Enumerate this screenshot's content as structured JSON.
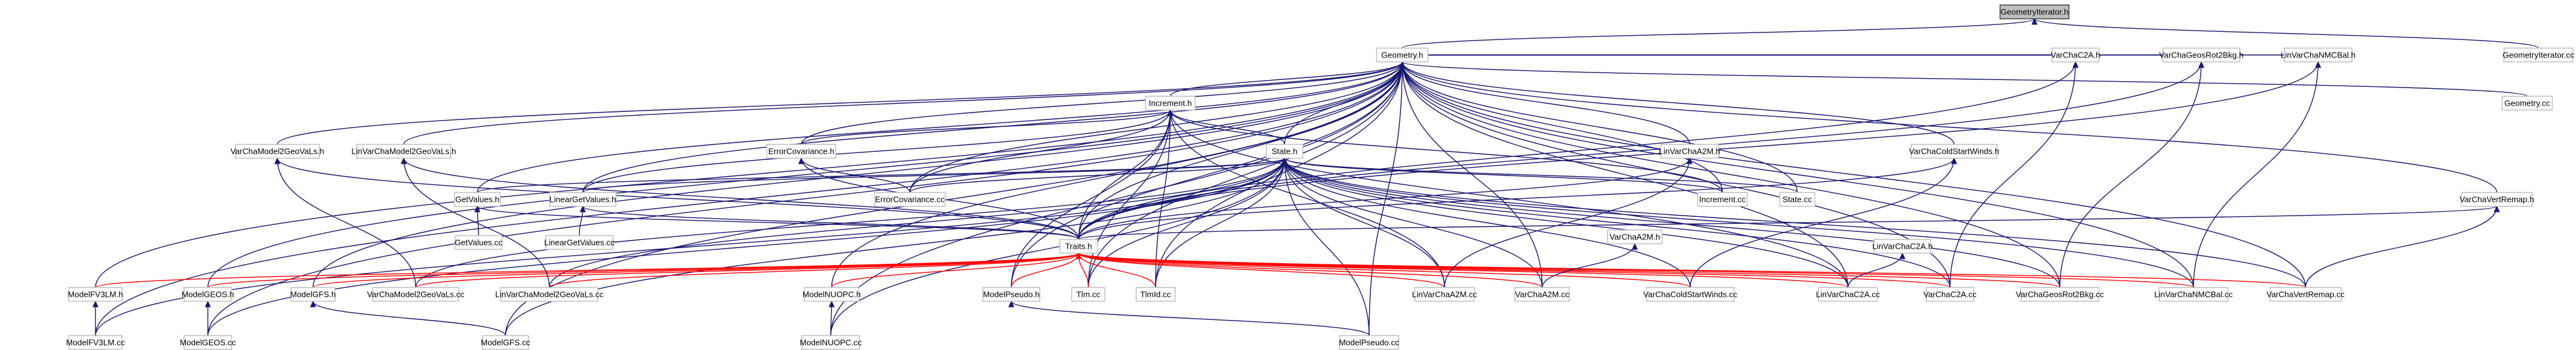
{
  "nodes": [
    {
      "id": "geometryiterator_h",
      "label": "GeometryIterator.h",
      "root": true
    },
    {
      "id": "geometryiterator_cc",
      "label": "GeometryIterator.cc"
    },
    {
      "id": "geometry_h",
      "label": "Geometry.h"
    },
    {
      "id": "increment_h",
      "label": "Increment.h"
    },
    {
      "id": "state_h",
      "label": "State.h"
    },
    {
      "id": "traits_h",
      "label": "Traits.h"
    },
    {
      "id": "varchamodel2geovars_h",
      "label": "VarChaModel2GeoVaLs.h"
    },
    {
      "id": "linvarchamodel2geovars_h",
      "label": "LinVarChaModel2GeoVaLs.h"
    },
    {
      "id": "errorcovariance_h",
      "label": "ErrorCovariance.h"
    },
    {
      "id": "getvalues_h",
      "label": "GetValues.h"
    },
    {
      "id": "lineargetvalues_h",
      "label": "LinearGetValues.h"
    },
    {
      "id": "getvalues_cc",
      "label": "GetValues.cc"
    },
    {
      "id": "lineargetvalues_cc",
      "label": "LinearGetValues.cc"
    },
    {
      "id": "errorcovariance_cc",
      "label": "ErrorCovariance.cc"
    },
    {
      "id": "increment_cc",
      "label": "Increment.cc"
    },
    {
      "id": "state_cc",
      "label": "State.cc"
    },
    {
      "id": "linvarchaa2m_h",
      "label": "LinVarChaA2M.h"
    },
    {
      "id": "varchaa2m_h",
      "label": "VarChaA2M.h"
    },
    {
      "id": "varchacoldstartwinds_h",
      "label": "VarChaColdStartWinds.h"
    },
    {
      "id": "varchac2a_h",
      "label": "VarChaC2A.h"
    },
    {
      "id": "linvarchac2a_h",
      "label": "LinVarChaC2A.h"
    },
    {
      "id": "varchageostrf2bkg_h",
      "label": "VarChaGeosRot2Bkg.h"
    },
    {
      "id": "linvarchanmcbal_h",
      "label": "LinVarChaNMCBal.h"
    },
    {
      "id": "varchavertremap_h",
      "label": "VarChaVertRemap.h"
    },
    {
      "id": "geometry_cc",
      "label": "Geometry.cc"
    },
    {
      "id": "modelfv3lm_h",
      "label": "ModelFV3LM.h"
    },
    {
      "id": "modelgeos_h",
      "label": "ModelGEOS.h"
    },
    {
      "id": "modelgfs_h",
      "label": "ModelGFS.h"
    },
    {
      "id": "varchamodel2geovars_cc",
      "label": "VarChaModel2GeoVaLs.cc"
    },
    {
      "id": "linvarchamodel2geovars_cc",
      "label": "LinVarChaModel2GeoVaLs.cc"
    },
    {
      "id": "modelnuopc_h",
      "label": "ModelNUOPC.h"
    },
    {
      "id": "modelpseudo_h",
      "label": "ModelPseudo.h"
    },
    {
      "id": "tlm_cc",
      "label": "Tlm.cc"
    },
    {
      "id": "tlmid_cc",
      "label": "TlmId.cc"
    },
    {
      "id": "linvarchaa2m_cc",
      "label": "LinVarChaA2M.cc"
    },
    {
      "id": "varchaa2m_cc",
      "label": "VarChaA2M.cc"
    },
    {
      "id": "varchacoldstartwinds_cc",
      "label": "VarChaColdStartWinds.cc"
    },
    {
      "id": "linvarchac2a_cc",
      "label": "LinVarChaC2A.cc"
    },
    {
      "id": "varchac2a_cc",
      "label": "VarChaC2A.cc"
    },
    {
      "id": "varchageostrf2bkg_cc",
      "label": "VarChaGeosRot2Bkg.cc"
    },
    {
      "id": "linvarchanmcbal_cc",
      "label": "LinVarChaNMCBal.cc"
    },
    {
      "id": "varchavertremap_cc",
      "label": "VarChaVertRemap.cc"
    },
    {
      "id": "modelfv3lm_cc",
      "label": "ModelFV3LM.cc"
    },
    {
      "id": "modelgeos_cc",
      "label": "ModelGEOS.cc"
    },
    {
      "id": "modelgfs_cc",
      "label": "ModelGFS.cc"
    },
    {
      "id": "modelnuopc_cc",
      "label": "ModelNUOPC.cc"
    },
    {
      "id": "modelpseudo_cc",
      "label": "ModelPseudo.cc"
    }
  ],
  "edges": [
    [
      "geometryiterator_h",
      "geometryiterator_cc"
    ],
    [
      "geometryiterator_h",
      "geometry_h"
    ],
    [
      "geometry_h",
      "increment_h"
    ],
    [
      "geometry_h",
      "state_h"
    ],
    [
      "geometry_h",
      "traits_h"
    ],
    [
      "geometry_h",
      "varchamodel2geovars_h"
    ],
    [
      "geometry_h",
      "linvarchamodel2geovars_h"
    ],
    [
      "geometry_h",
      "errorcovariance_h"
    ],
    [
      "geometry_h",
      "getvalues_h"
    ],
    [
      "geometry_h",
      "lineargetvalues_h"
    ],
    [
      "geometry_h",
      "linvarchaa2m_h"
    ],
    [
      "geometry_h",
      "varchacoldstartwinds_h"
    ],
    [
      "geometry_h",
      "varchac2a_h"
    ],
    [
      "geometry_h",
      "varchageostrf2bkg_h"
    ],
    [
      "geometry_h",
      "linvarchanmcbal_h"
    ],
    [
      "geometry_h",
      "varchavertremap_h"
    ],
    [
      "geometry_h",
      "geometry_cc"
    ],
    [
      "geometry_h",
      "modelfv3lm_h"
    ],
    [
      "geometry_h",
      "modelgeos_h"
    ],
    [
      "geometry_h",
      "modelgfs_h"
    ],
    [
      "geometry_h",
      "modelnuopc_h"
    ],
    [
      "geometry_h",
      "modelpseudo_h"
    ],
    [
      "geometry_h",
      "errorcovariance_cc"
    ],
    [
      "geometry_h",
      "increment_cc"
    ],
    [
      "geometry_h",
      "state_cc"
    ],
    [
      "geometry_h",
      "tlm_cc"
    ],
    [
      "geometry_h",
      "tlmid_cc"
    ],
    [
      "geometry_h",
      "varchaa2m_cc"
    ],
    [
      "geometry_h",
      "varchac2a_cc"
    ],
    [
      "geometry_h",
      "linvarchac2a_cc"
    ],
    [
      "geometry_h",
      "varchageostrf2bkg_cc"
    ],
    [
      "geometry_h",
      "linvarchanmcbal_cc"
    ],
    [
      "geometry_h",
      "varchavertremap_cc"
    ],
    [
      "geometry_h",
      "modelfv3lm_cc"
    ],
    [
      "geometry_h",
      "modelgeos_cc"
    ],
    [
      "geometry_h",
      "modelgfs_cc"
    ],
    [
      "geometry_h",
      "modelnuopc_cc"
    ],
    [
      "geometry_h",
      "modelpseudo_cc"
    ],
    [
      "increment_h",
      "state_h"
    ],
    [
      "increment_h",
      "traits_h"
    ],
    [
      "increment_h",
      "errorcovariance_h"
    ],
    [
      "increment_h",
      "lineargetvalues_h"
    ],
    [
      "increment_h",
      "increment_cc"
    ],
    [
      "increment_h",
      "errorcovariance_cc"
    ],
    [
      "increment_h",
      "tlm_cc"
    ],
    [
      "increment_h",
      "tlmid_cc"
    ],
    [
      "increment_h",
      "modelpseudo_h"
    ],
    [
      "increment_h",
      "linvarchaa2m_cc"
    ],
    [
      "increment_h",
      "linvarchac2a_cc"
    ],
    [
      "state_h",
      "traits_h"
    ],
    [
      "state_h",
      "getvalues_h"
    ],
    [
      "state_h",
      "lineargetvalues_h"
    ],
    [
      "state_h",
      "errorcovariance_cc"
    ],
    [
      "state_h",
      "increment_cc"
    ],
    [
      "state_h",
      "state_cc"
    ],
    [
      "state_h",
      "varchamodel2geovars_cc"
    ],
    [
      "state_h",
      "linvarchamodel2geovars_cc"
    ],
    [
      "state_h",
      "modelgeos_cc"
    ],
    [
      "state_h",
      "modelgfs_cc"
    ],
    [
      "state_h",
      "modelfv3lm_cc"
    ],
    [
      "state_h",
      "modelnuopc_cc"
    ],
    [
      "state_h",
      "modelpseudo_cc"
    ],
    [
      "state_h",
      "tlm_cc"
    ],
    [
      "state_h",
      "tlmid_cc"
    ],
    [
      "state_h",
      "linvarchaa2m_cc"
    ],
    [
      "state_h",
      "varchaa2m_cc"
    ],
    [
      "state_h",
      "varchacoldstartwinds_cc"
    ],
    [
      "state_h",
      "linvarchac2a_cc"
    ],
    [
      "state_h",
      "varchac2a_cc"
    ],
    [
      "state_h",
      "varchageostrf2bkg_cc"
    ],
    [
      "state_h",
      "linvarchanmcbal_cc"
    ],
    [
      "state_h",
      "varchavertremap_cc"
    ],
    [
      "traits_h",
      "modelfv3lm_h"
    ],
    [
      "traits_h",
      "modelgeos_h"
    ],
    [
      "traits_h",
      "modelgfs_h"
    ],
    [
      "traits_h",
      "varchamodel2geovars_cc"
    ],
    [
      "traits_h",
      "linvarchamodel2geovars_cc"
    ],
    [
      "traits_h",
      "modelnuopc_h"
    ],
    [
      "traits_h",
      "modelpseudo_h"
    ],
    [
      "traits_h",
      "tlm_cc"
    ],
    [
      "traits_h",
      "tlmid_cc"
    ],
    [
      "traits_h",
      "linvarchaa2m_cc"
    ],
    [
      "traits_h",
      "varchaa2m_cc"
    ],
    [
      "traits_h",
      "varchacoldstartwinds_cc"
    ],
    [
      "traits_h",
      "linvarchac2a_cc"
    ],
    [
      "traits_h",
      "varchac2a_cc"
    ],
    [
      "traits_h",
      "varchageostrf2bkg_cc"
    ],
    [
      "traits_h",
      "linvarchanmcbal_cc"
    ],
    [
      "traits_h",
      "varchavertremap_cc"
    ],
    [
      "varchamodel2geovars_h",
      "varchamodel2geovars_cc"
    ],
    [
      "varchamodel2geovars_h",
      "traits_h"
    ],
    [
      "linvarchamodel2geovars_h",
      "linvarchamodel2geovars_cc"
    ],
    [
      "linvarchamodel2geovars_h",
      "traits_h"
    ],
    [
      "errorcovariance_h",
      "errorcovariance_cc"
    ],
    [
      "errorcovariance_h",
      "traits_h"
    ],
    [
      "getvalues_h",
      "getvalues_cc"
    ],
    [
      "getvalues_h",
      "traits_h"
    ],
    [
      "lineargetvalues_h",
      "lineargetvalues_cc"
    ],
    [
      "lineargetvalues_h",
      "traits_h"
    ],
    [
      "linvarchaa2m_h",
      "linvarchaa2m_cc"
    ],
    [
      "linvarchaa2m_h",
      "traits_h"
    ],
    [
      "varchaa2m_h",
      "varchaa2m_cc"
    ],
    [
      "varchacoldstartwinds_h",
      "varchacoldstartwinds_cc"
    ],
    [
      "varchacoldstartwinds_h",
      "traits_h"
    ],
    [
      "varchac2a_h",
      "varchac2a_cc"
    ],
    [
      "varchac2a_h",
      "traits_h"
    ],
    [
      "linvarchac2a_h",
      "linvarchac2a_cc"
    ],
    [
      "varchageostrf2bkg_h",
      "varchageostrf2bkg_cc"
    ],
    [
      "varchageostrf2bkg_h",
      "traits_h"
    ],
    [
      "linvarchanmcbal_h",
      "linvarchanmcbal_cc"
    ],
    [
      "linvarchanmcbal_h",
      "traits_h"
    ],
    [
      "varchavertremap_h",
      "varchavertremap_cc"
    ],
    [
      "varchavertremap_h",
      "traits_h"
    ],
    [
      "modelfv3lm_h",
      "modelfv3lm_cc"
    ],
    [
      "modelgeos_h",
      "modelgeos_cc"
    ],
    [
      "modelgfs_h",
      "modelgfs_cc"
    ],
    [
      "modelnuopc_h",
      "modelnuopc_cc"
    ],
    [
      "modelpseudo_h",
      "modelpseudo_cc"
    ]
  ]
}
